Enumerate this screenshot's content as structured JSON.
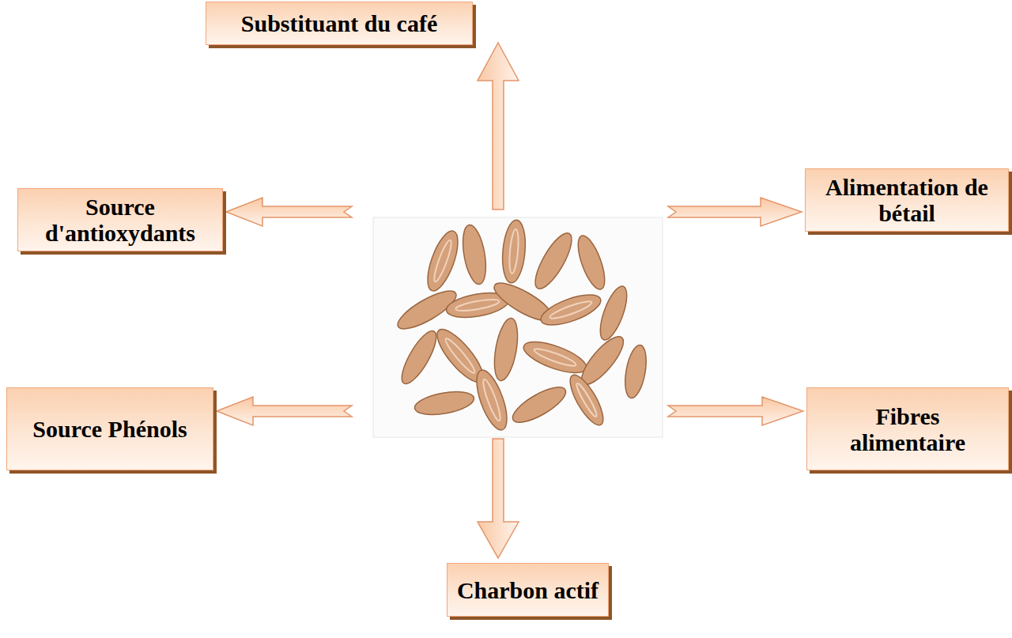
{
  "diagram": {
    "nodes": [
      {
        "text": [
          "Substituant du café"
        ]
      },
      {
        "text": [
          "Source d'antioxydants"
        ]
      },
      {
        "text": [
          "Alimentation de bétail"
        ]
      },
      {
        "text": [
          "Source Phénols"
        ]
      },
      {
        "text": [
          "Fibres alimentaire"
        ]
      },
      {
        "text": [
          "Charbon actif"
        ]
      }
    ]
  }
}
